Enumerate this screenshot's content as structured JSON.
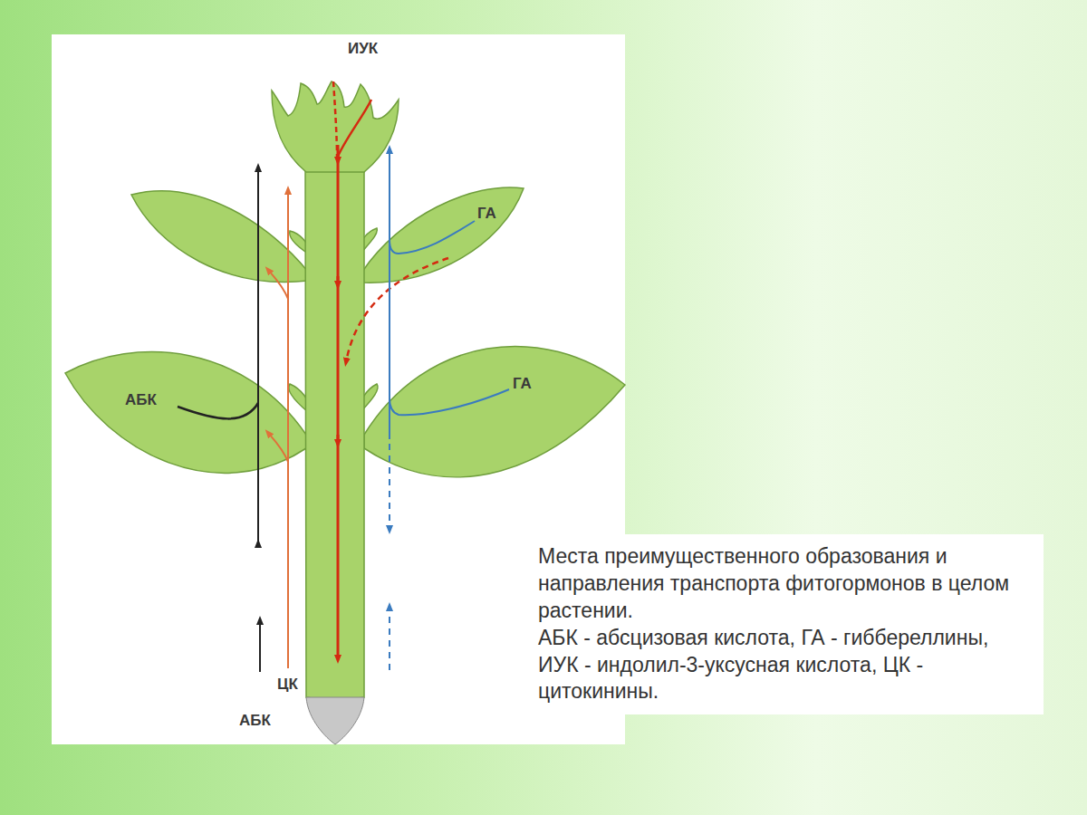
{
  "diagram": {
    "nodes": [
      {
        "text": [
          "Места преимущественного образования и направления транспорта фитогормонов в целом растении.",
          "АБК - абсцизовая кислота, ГА - гиббереллины, ИУК - индолил-3-уксусная кислота, ЦК - цитокинины."
        ]
      }
    ],
    "labels": [
      "ИУК",
      "ГА",
      "ГА",
      "АБК",
      "ЦК",
      "АБК"
    ]
  }
}
